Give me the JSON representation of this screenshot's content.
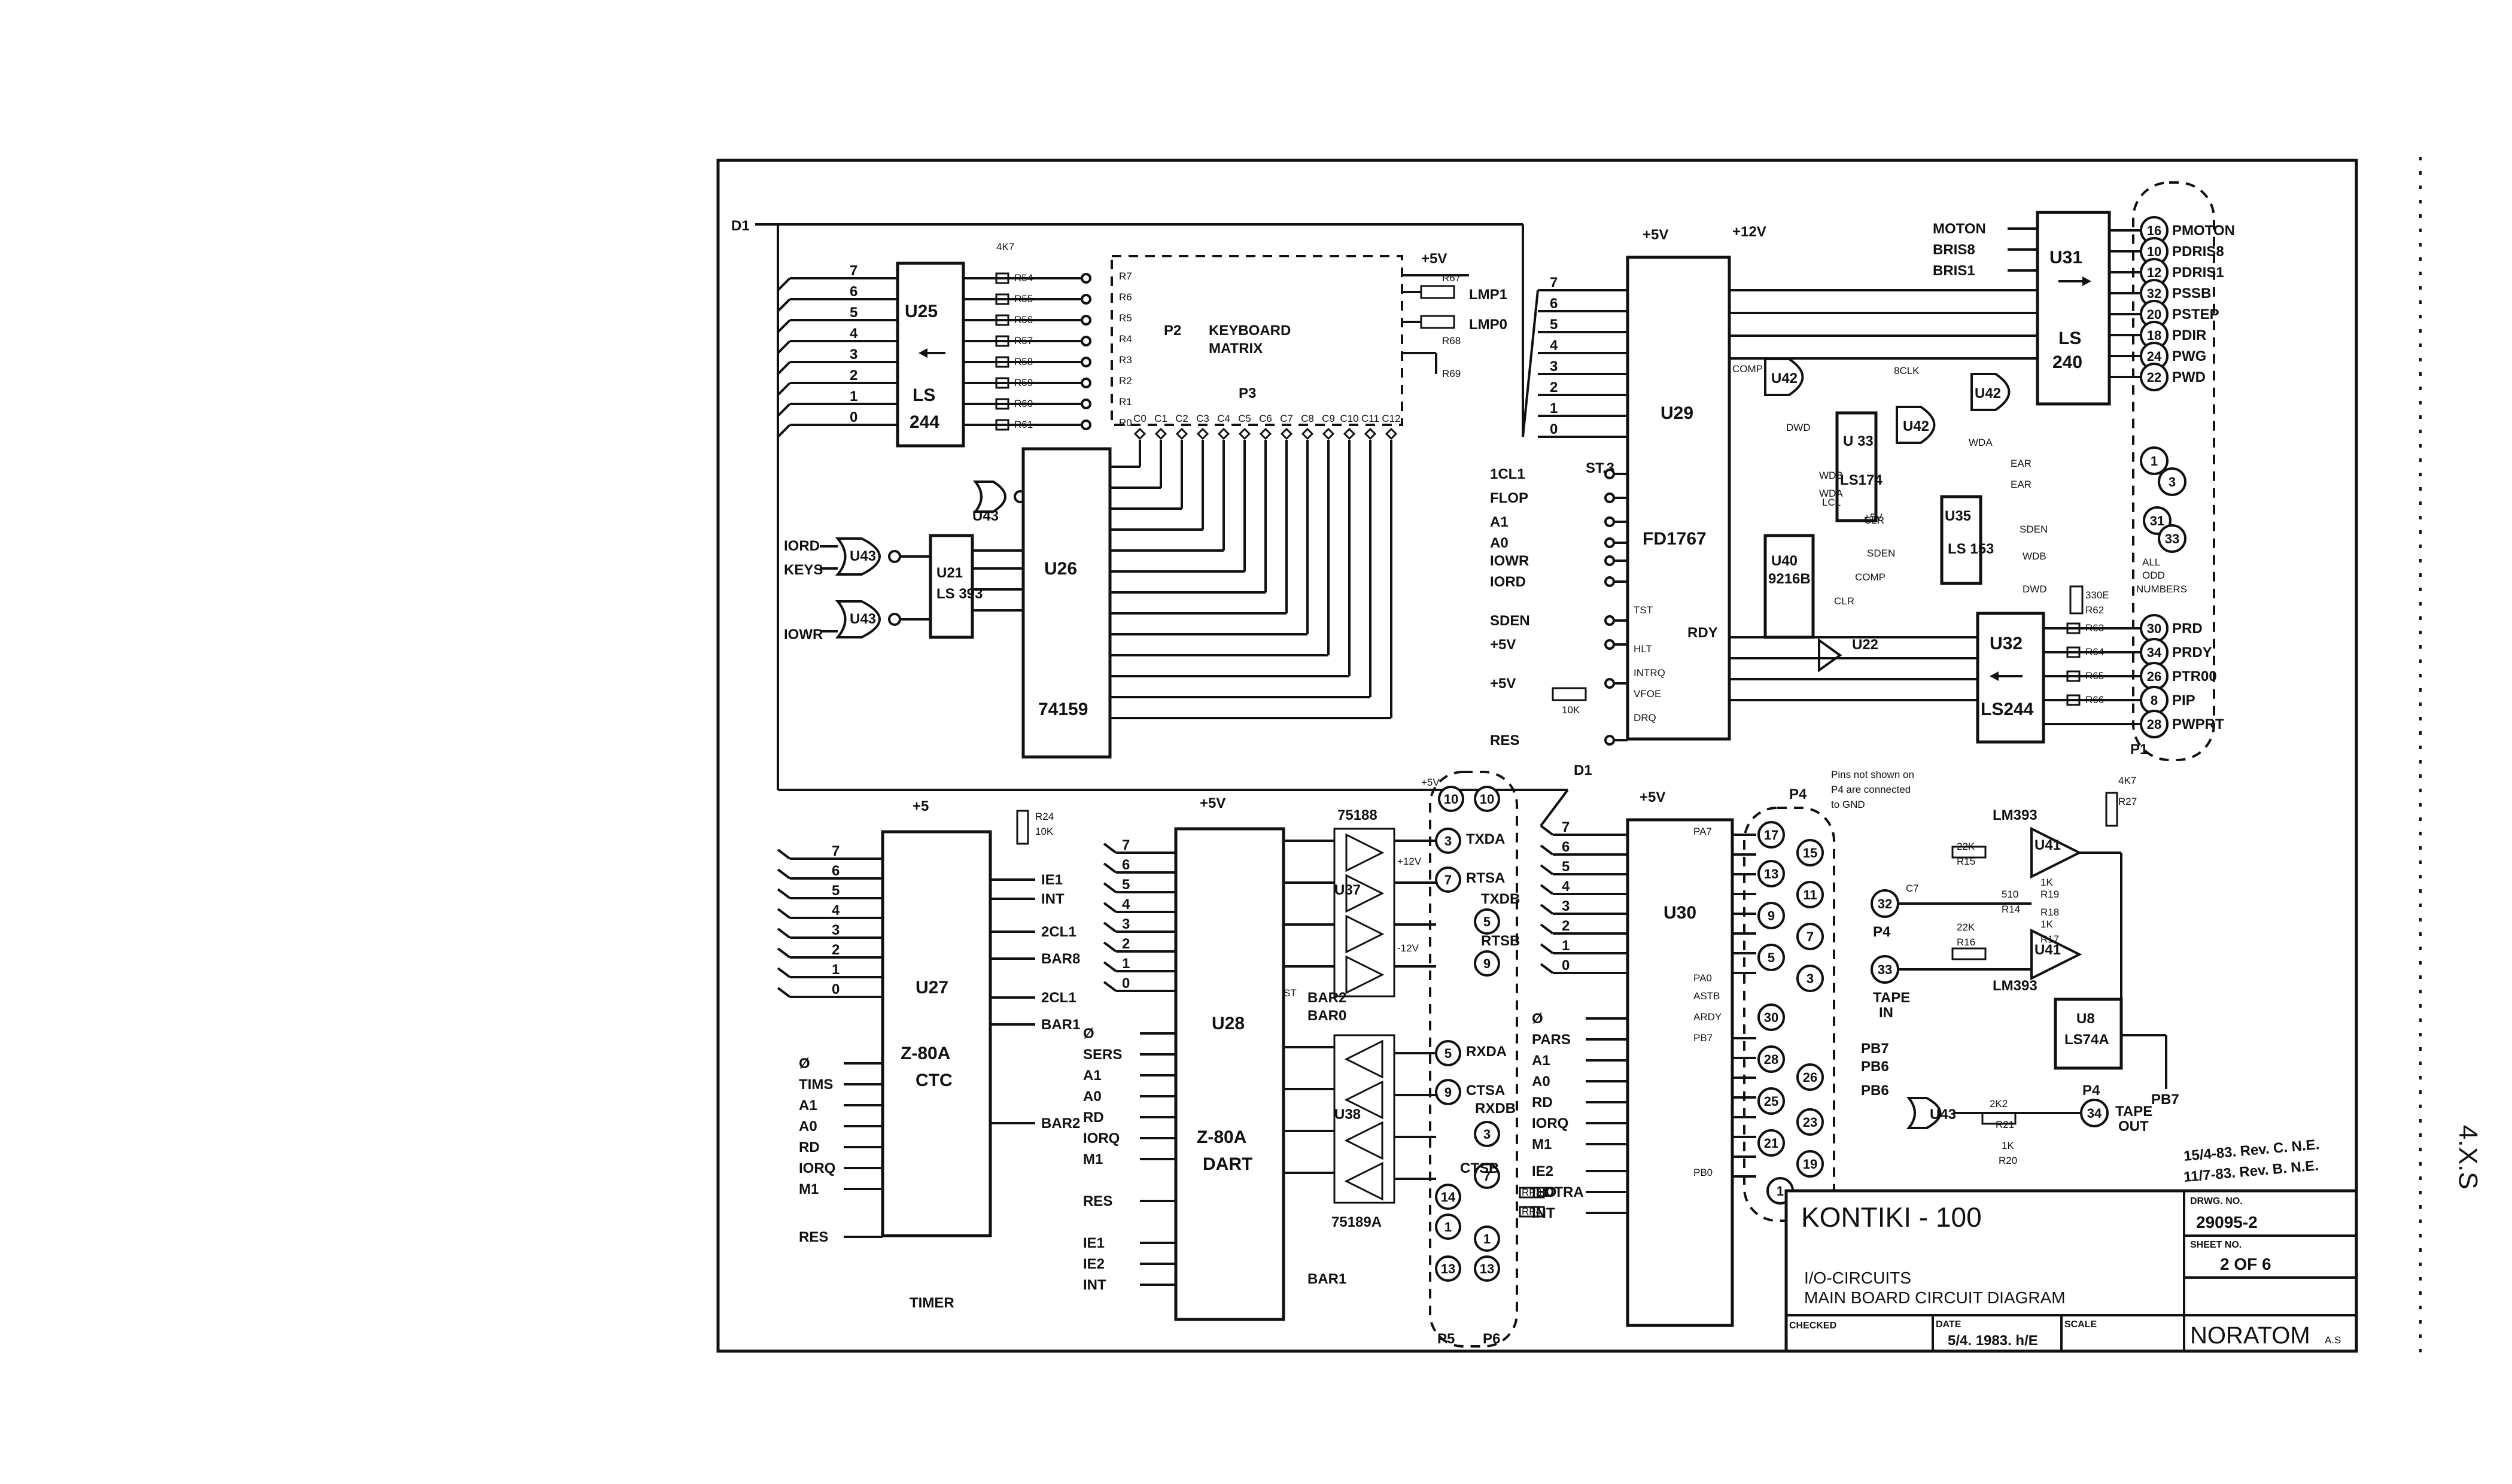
{
  "title_block": {
    "title": "KONTIKI - 100",
    "subtitle_1": "I/O-CIRCUITS",
    "subtitle_2": "MAIN BOARD CIRCUIT DIAGRAM",
    "drawing_no_label": "DRWG. NO.",
    "drawing_no": "29095-2",
    "sheet_label": "SHEET NO.",
    "sheet": "2 OF 6",
    "checked_label": "CHECKED",
    "date_label": "DATE",
    "date": "5/4. 1983. h/E",
    "scale_label": "SCALE",
    "company": "NORATOM",
    "company_suffix": "A.S"
  },
  "revisions": [
    "15/4-83. Rev. C. N.E.",
    "11/7-83. Rev. B. N.E."
  ],
  "margin_note": "4.X.S",
  "notes": {
    "p4_note_1": "Pins not shown on",
    "p4_note_2": "P4 are connected",
    "p4_note_3": "to GND",
    "all_odd_1": "ALL",
    "all_odd_2": "ODD",
    "all_odd_3": "NUMBERS"
  },
  "buses": {
    "d1_top": "D1",
    "d1_mid": "D1"
  },
  "chips": {
    "u25": {
      "name": "U25",
      "type_1": "LS",
      "type_2": "244"
    },
    "u26": {
      "name": "U26",
      "type": "74159"
    },
    "u21": {
      "name": "U21",
      "type": "LS 393"
    },
    "u43a": {
      "name": "U43"
    },
    "u29": {
      "name": "U29",
      "type": "FD1767"
    },
    "u31": {
      "name": "U31",
      "type_1": "LS",
      "type_2": "240"
    },
    "u42a": {
      "name": "U42"
    },
    "u42b": {
      "name": "U42"
    },
    "u33": {
      "name": "U 33",
      "type": "LS174"
    },
    "u35": {
      "name": "U35",
      "type": "LS 153"
    },
    "u40": {
      "name": "U40",
      "type": "9216B"
    },
    "u32": {
      "name": "U32",
      "type": "LS244"
    },
    "u22": {
      "name": "U22"
    },
    "u27": {
      "name": "U27",
      "type_1": "Z-80A",
      "type_2": "CTC",
      "caption": "TIMER"
    },
    "u28": {
      "name": "U28",
      "type_1": "Z-80A",
      "type_2": "DART"
    },
    "u37": {
      "name": "U37",
      "type": "75188"
    },
    "u38": {
      "name": "U38",
      "type": "75189A"
    },
    "u30": {
      "name": "U30"
    },
    "u41": {
      "name": "U41",
      "type": "LM393"
    },
    "u8": {
      "name": "U8",
      "type": "LS74A"
    },
    "u43b": {
      "name": "U43"
    }
  },
  "keyboard": {
    "p2": "P2",
    "matrix_1": "KEYBOARD",
    "matrix_2": "MATRIX",
    "p3": "P3",
    "rows": [
      "R7",
      "R6",
      "R5",
      "R4",
      "R3",
      "R2",
      "R1",
      "R0"
    ],
    "cols": [
      "C0",
      "C1",
      "C2",
      "C3",
      "C4",
      "C5",
      "C6",
      "C7",
      "C8",
      "C9",
      "C10",
      "C11",
      "C12"
    ],
    "resistors": [
      "R54",
      "R55",
      "R56",
      "R57",
      "R58",
      "R59",
      "R60",
      "R61"
    ],
    "pullup": "4K7",
    "lmp1": "LMP1",
    "lmp0": "LMP0",
    "r67": "R67",
    "r68": "R68",
    "r69": "R69",
    "plus5": "+5V"
  },
  "u25_side": {
    "inputs": [
      "7",
      "6",
      "5",
      "4",
      "3",
      "2",
      "1",
      "0"
    ],
    "ctrl": [
      "IORD",
      "KEYS",
      "IOWR"
    ]
  },
  "fdc": {
    "left_signals": [
      "1CL1",
      "FLOP",
      "A1",
      "A0",
      "IOWR",
      "IORD",
      "SDEN",
      "+5V",
      "+5V",
      "RES"
    ],
    "left_pins": [
      "TST",
      "HLT",
      "INTRQ",
      "VFOE",
      "DRQ"
    ],
    "st3": "ST.3",
    "res_10k": "10K",
    "rdy": "RDY",
    "top_5v": "+5V",
    "top_12v": "+12V",
    "internal": [
      "COMP",
      "DWD",
      "8CLK",
      "WDA",
      "WDB",
      "WDA",
      "EAR",
      "EAR",
      "LCL",
      "SDEN",
      "SDEN",
      "WDB",
      "DWD",
      "COMP",
      "CLR",
      "CLR",
      "+5V"
    ],
    "u31_inputs": [
      "MOTON",
      "BRIS8",
      "BRIS1"
    ],
    "r62": "330E",
    "r62_name": "R62"
  },
  "p1": {
    "label": "P1",
    "pins": [
      {
        "num": "16",
        "sig": "PMOTON"
      },
      {
        "num": "10",
        "sig": "PDRIS8"
      },
      {
        "num": "12",
        "sig": "PDRIS1"
      },
      {
        "num": "32",
        "sig": "PSSB"
      },
      {
        "num": "20",
        "sig": "PSTEP"
      },
      {
        "num": "18",
        "sig": "PDIR"
      },
      {
        "num": "24",
        "sig": "PWG"
      },
      {
        "num": "22",
        "sig": "PWD"
      }
    ],
    "gnd_pins": [
      "1",
      "3",
      "31",
      "33"
    ],
    "in_pins": [
      {
        "num": "30",
        "sig": "PRD",
        "res": "R63"
      },
      {
        "num": "34",
        "sig": "PRDY",
        "res": "R64"
      },
      {
        "num": "26",
        "sig": "PTR00",
        "res": "R65"
      },
      {
        "num": "8",
        "sig": "PIP",
        "res": "R66"
      },
      {
        "num": "28",
        "sig": "PWPRT",
        "res": ""
      }
    ]
  },
  "ctc": {
    "data_pins": [
      "7",
      "6",
      "5",
      "4",
      "3",
      "2",
      "1",
      "0"
    ],
    "left_signals": [
      "Ø",
      "TIMS",
      "A1",
      "A0",
      "RD",
      "IORQ",
      "M1",
      "RES"
    ],
    "right_signals": [
      "IE1",
      "INT",
      "2CL1",
      "BAR8",
      "2CL1",
      "BAR1",
      "BAR2"
    ],
    "r24": "R24",
    "r24v": "10K",
    "plus5": "+5"
  },
  "dart": {
    "data_pins": [
      "7",
      "6",
      "5",
      "4",
      "3",
      "2",
      "1",
      "0"
    ],
    "left_signals": [
      "Ø",
      "SERS",
      "A1",
      "A0",
      "RD",
      "IORQ",
      "M1",
      "RES",
      "IE1",
      "IE2",
      "INT"
    ],
    "right_signals": [
      "BAR2",
      "BAR0",
      "BAR1"
    ],
    "st": "ST",
    "plus5": "+5V"
  },
  "serial": {
    "p5": "P5",
    "p6": "P6",
    "signals": [
      "TXDA",
      "RTSA",
      "TXDB",
      "RTSB",
      "RXDA",
      "CTSA",
      "RXDB",
      "CTSB",
      "DTRA"
    ],
    "p5_pins": [
      "10",
      "3",
      "7",
      "5",
      "9",
      "5",
      "9",
      "3",
      "14",
      "1",
      "13"
    ],
    "p6_pins": [
      "10",
      "7",
      "1",
      "13"
    ],
    "plus12": "+12V",
    "minus12": "-12V",
    "plus5": "+5V",
    "jumpers": [
      "RP3",
      "RP4"
    ]
  },
  "pio": {
    "data_pins": [
      "7",
      "6",
      "5",
      "4",
      "3",
      "2",
      "1",
      "0"
    ],
    "left_signals": [
      "Ø",
      "PARS",
      "A1",
      "A0",
      "RD",
      "IORQ",
      "M1",
      "IE2",
      "IEO",
      "INT"
    ],
    "port_pins": [
      "PA7",
      "PA0",
      "ASTB",
      "ARDY",
      "PB7",
      "PB0"
    ],
    "p4_label": "P4",
    "p4_pins": [
      "17",
      "15",
      "13",
      "11",
      "9",
      "7",
      "5",
      "3",
      "30",
      "28",
      "26",
      "25",
      "23",
      "21",
      "19",
      "1"
    ],
    "pb7": "PB7",
    "pb6": "PB6",
    "plus5": "+5V"
  },
  "tape": {
    "tape_in_1": "TAPE",
    "tape_in_2": "IN",
    "tape_out_1": "TAPE",
    "tape_out_2": "OUT",
    "p4": "P4",
    "p4b": "P4",
    "pin32": "32",
    "pin33": "33",
    "pin34": "34",
    "c7": "C7",
    "resistors": [
      "22K",
      "R15",
      "22K",
      "R16",
      "510",
      "R14",
      "1K",
      "R19",
      "R18",
      "R17",
      "1K",
      "2K2",
      "R21",
      "1K",
      "R20",
      "4K7",
      "R27"
    ],
    "pb7_out": "PB7",
    "pb6_in": "PB6",
    "lm393": "LM393",
    "lm393b": "LM393"
  },
  "schematic_style": {
    "ink": "#111111",
    "paper": "#ffffff"
  }
}
